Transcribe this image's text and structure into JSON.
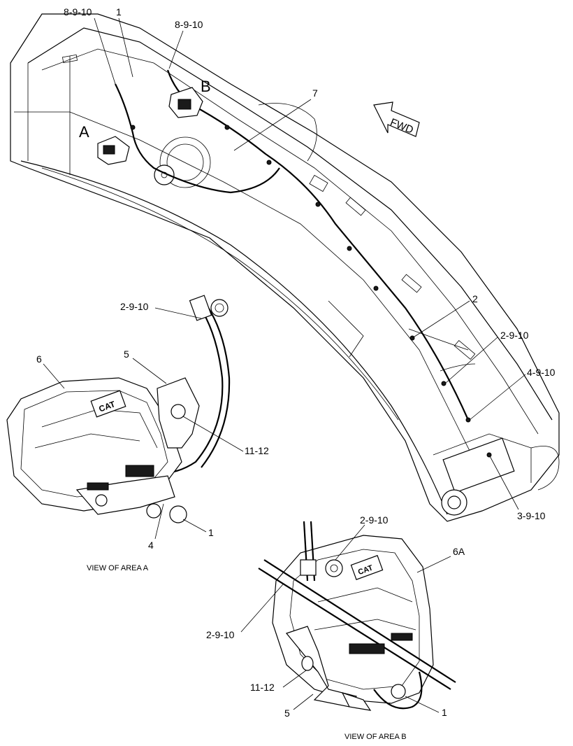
{
  "callouts": {
    "c_8_9_10_top_left": "8-9-10",
    "c_1_top": "1",
    "c_8_9_10_top_right": "8-9-10",
    "c_7": "7",
    "c_2": "2",
    "c_2_9_10_right": "2-9-10",
    "c_4_9_10": "4-9-10",
    "c_3_9_10": "3-9-10",
    "a_2_9_10": "2-9-10",
    "a_6": "6",
    "a_5": "5",
    "a_11_12": "11-12",
    "a_4": "4",
    "a_1": "1",
    "b_2_9_10_top": "2-9-10",
    "b_6a": "6A",
    "b_2_9_10_left": "2-9-10",
    "b_11_12": "11-12",
    "b_5": "5",
    "b_1": "1"
  },
  "area_letters": {
    "a": "A",
    "b": "B"
  },
  "fwd_label": "FWD",
  "logo_text": "CAT",
  "captions": {
    "view_a": "VIEW OF AREA A",
    "view_b": "VIEW OF AREA B"
  }
}
